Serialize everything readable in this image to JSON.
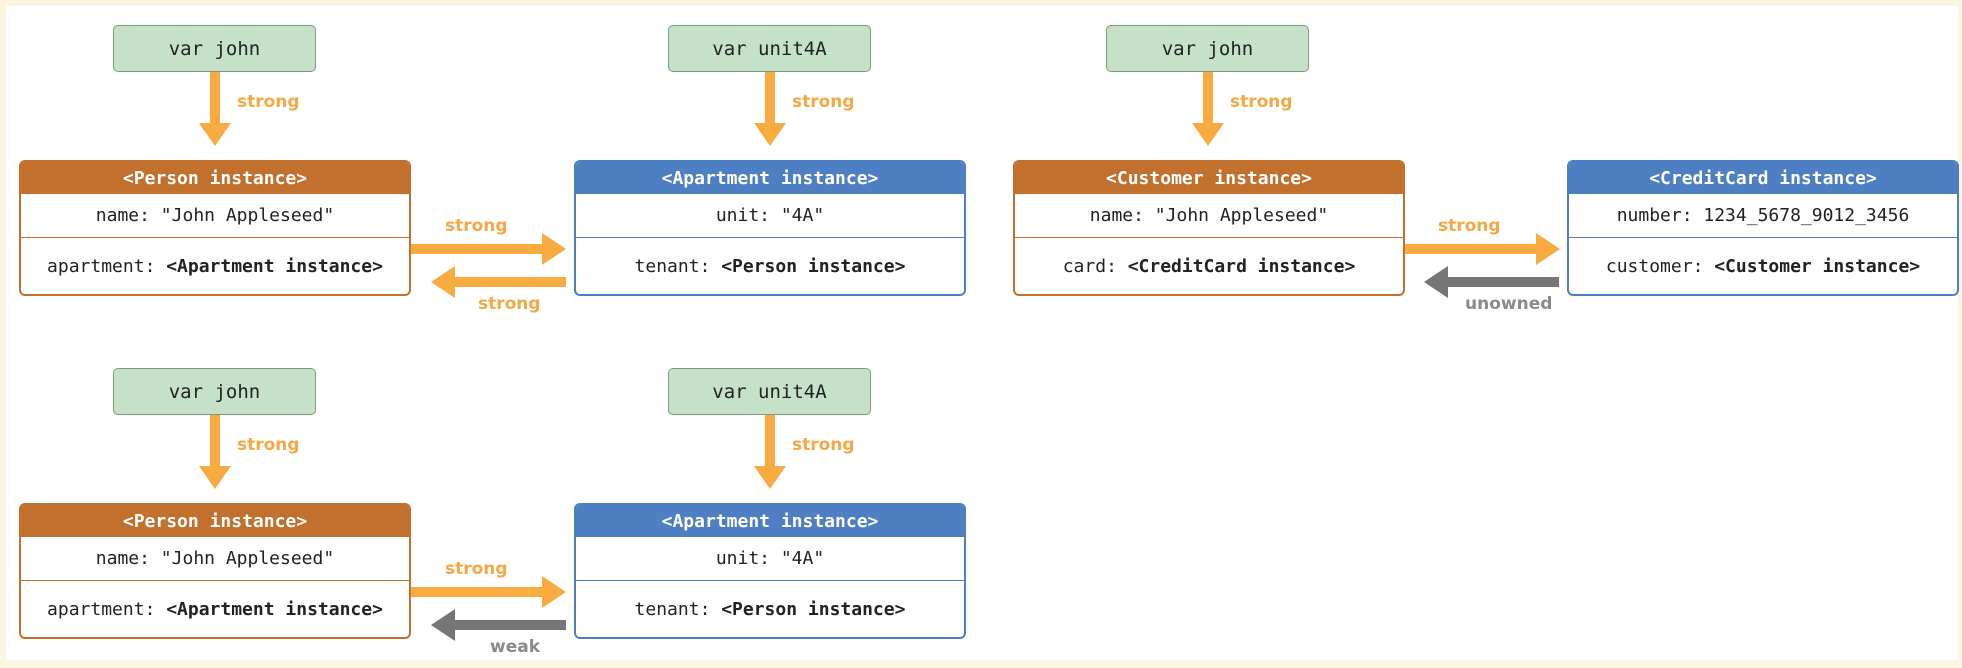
{
  "colors": {
    "strong_arrow": "#f7ab40",
    "weak_arrow": "#767679",
    "variable_box": "#c5e1c7",
    "person_header": "#c2702d",
    "apartment_header": "#4e7fc3"
  },
  "diagram1": {
    "var_john": "var john",
    "var_unit4A": "var unit4A",
    "ref_john": "strong",
    "ref_unit4A": "strong",
    "person": {
      "title": "<Person instance>",
      "row1": "name: \"John Appleseed\"",
      "row2_key": "apartment:",
      "row2_val": "<Apartment instance>"
    },
    "apartment": {
      "title": "<Apartment instance>",
      "row1": "unit: \"4A\"",
      "row2_key": "tenant:",
      "row2_val": "<Person instance>"
    },
    "forward_ref": "strong",
    "back_ref": "strong"
  },
  "diagram2": {
    "var_john": "var john",
    "ref_john": "strong",
    "customer": {
      "title": "<Customer instance>",
      "row1": "name: \"John Appleseed\"",
      "row2_key": "card:",
      "row2_val": "<CreditCard instance>"
    },
    "creditcard": {
      "title": "<CreditCard instance>",
      "row1": "number: 1234_5678_9012_3456",
      "row2_key": "customer:",
      "row2_val": "<Customer instance>"
    },
    "forward_ref": "strong",
    "back_ref": "unowned"
  },
  "diagram3": {
    "var_john": "var john",
    "var_unit4A": "var unit4A",
    "ref_john": "strong",
    "ref_unit4A": "strong",
    "person": {
      "title": "<Person instance>",
      "row1": "name: \"John Appleseed\"",
      "row2_key": "apartment:",
      "row2_val": "<Apartment instance>"
    },
    "apartment": {
      "title": "<Apartment instance>",
      "row1": "unit: \"4A\"",
      "row2_key": "tenant:",
      "row2_val": "<Person instance>"
    },
    "forward_ref": "strong",
    "back_ref": "weak"
  }
}
